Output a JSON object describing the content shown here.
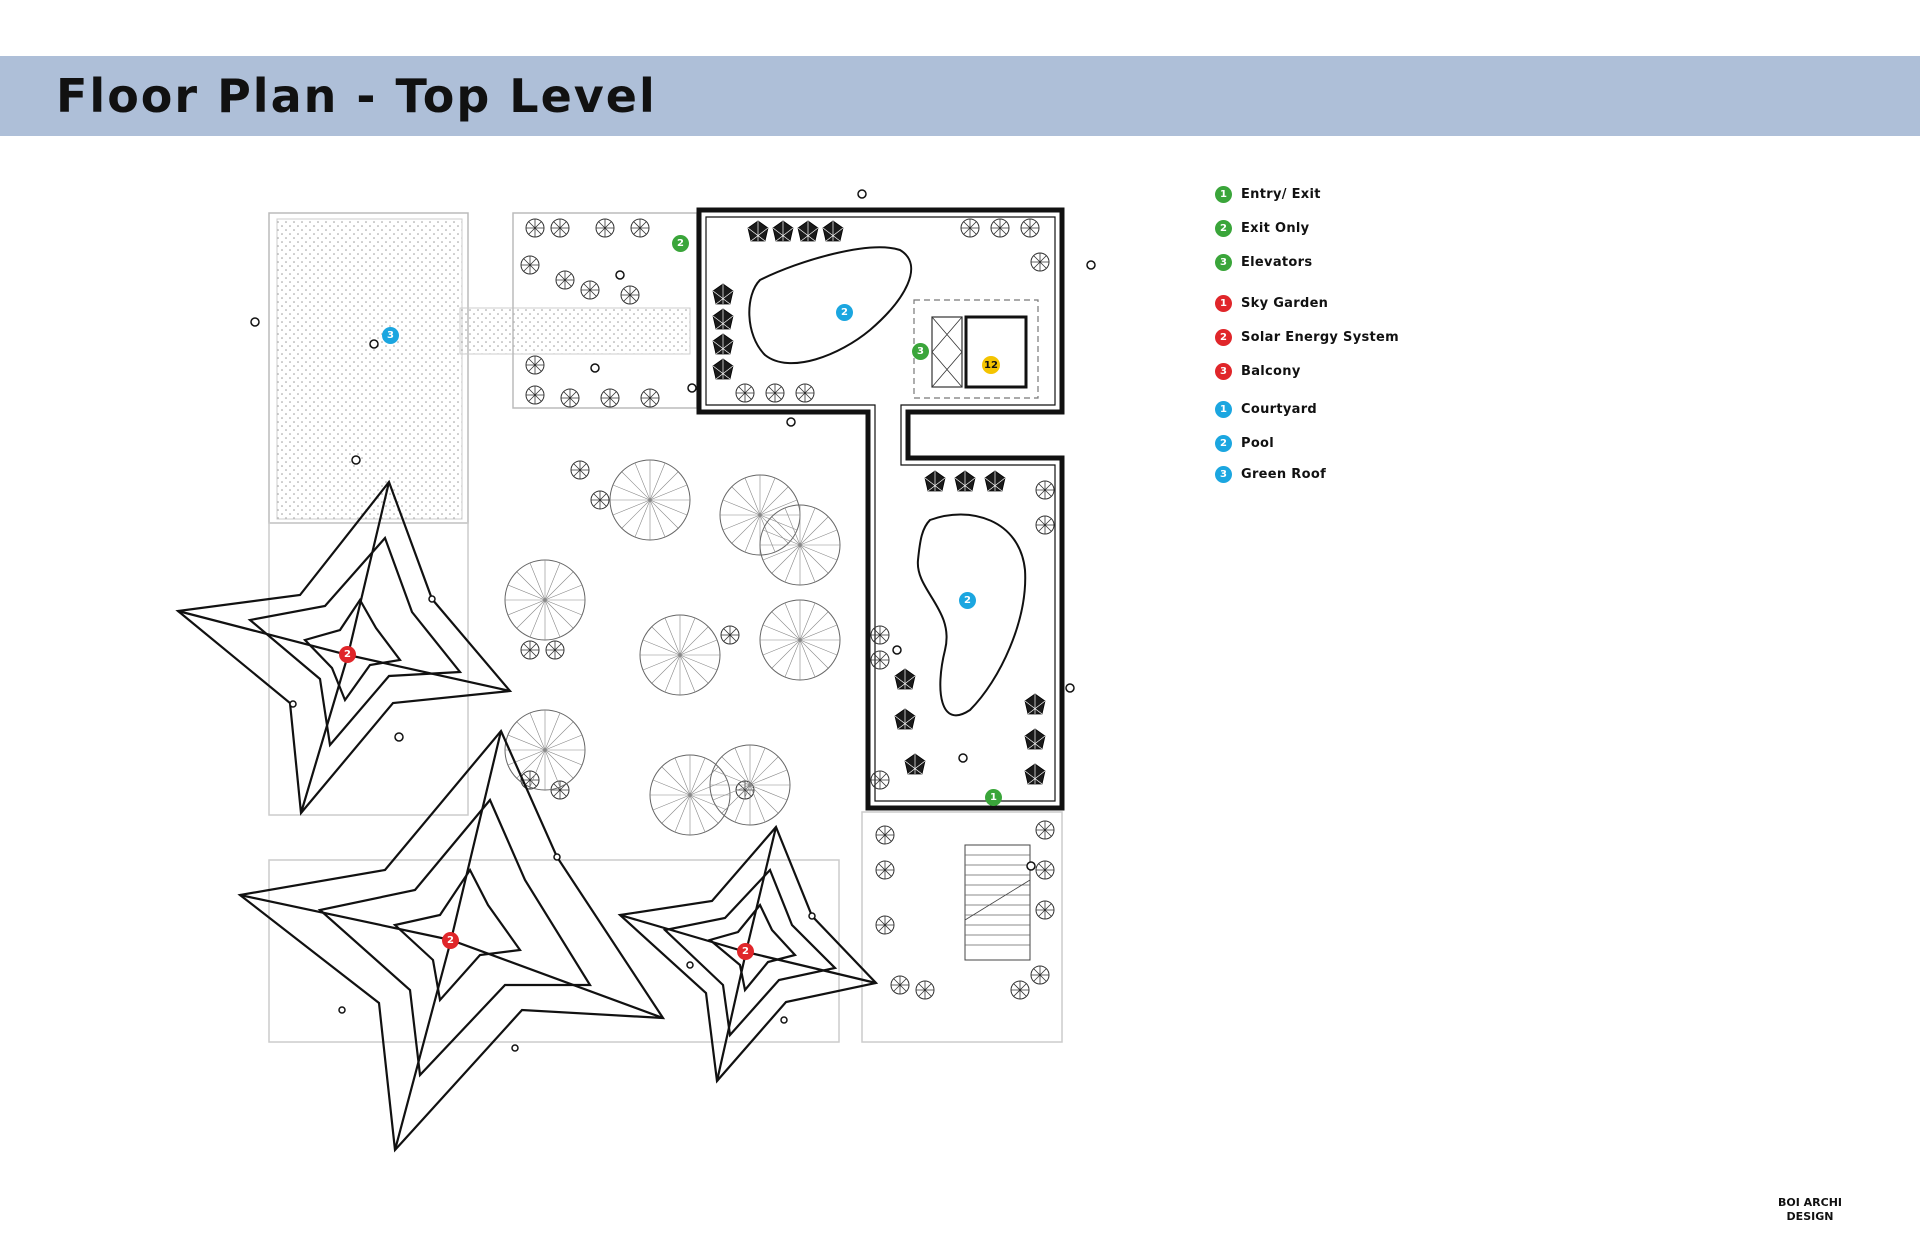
{
  "title": "Floor Plan - Top Level",
  "legend": [
    {
      "num": "1",
      "label": "Entry/ Exit",
      "color": "#3aa53a"
    },
    {
      "num": "2",
      "label": "Exit Only",
      "color": "#3aa53a"
    },
    {
      "num": "3",
      "label": "Elevators",
      "color": "#3aa53a"
    },
    {
      "num": "1",
      "label": "Sky Garden",
      "color": "#e0262a"
    },
    {
      "num": "2",
      "label": "Solar Energy System",
      "color": "#e0262a"
    },
    {
      "num": "3",
      "label": "Balcony",
      "color": "#e0262a"
    },
    {
      "num": "1",
      "label": "Courtyard",
      "color": "#1ba6e0"
    },
    {
      "num": "2",
      "label": "Pool",
      "color": "#1ba6e0"
    },
    {
      "num": "3",
      "label": "Green Roof",
      "color": "#1ba6e0"
    }
  ],
  "plan_markers": {
    "green_exit_only": "2",
    "green_elevators": "3",
    "green_entry_exit": "1",
    "blue_green_roof": "3",
    "blue_pool_top": "2",
    "blue_pool_right": "2",
    "red_solar_a": "2",
    "red_solar_b": "2",
    "red_solar_c": "2",
    "yellow_stair": "12"
  },
  "brand": {
    "line1": "BOI ARCHI",
    "line2": "DESIGN"
  }
}
